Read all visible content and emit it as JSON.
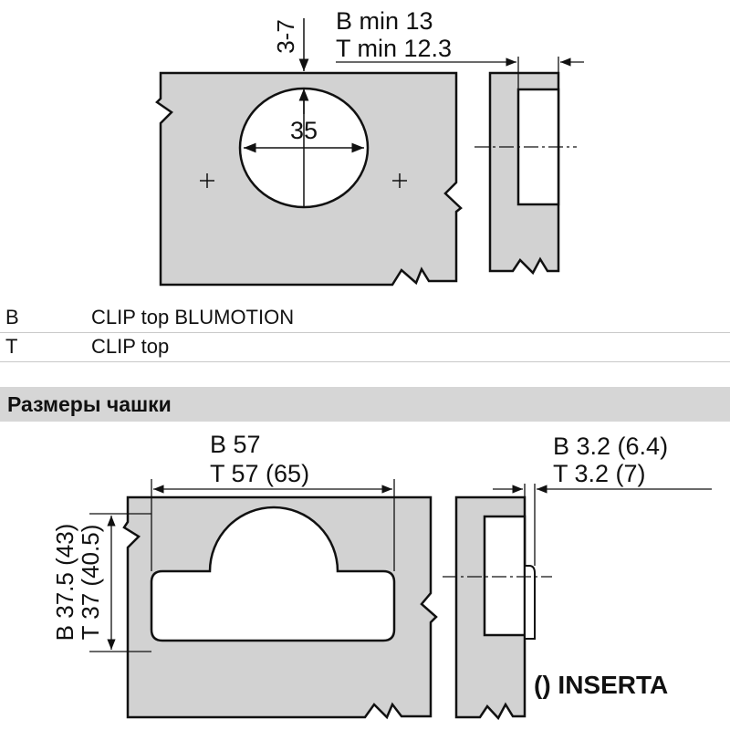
{
  "top_diagram": {
    "drill_depth": "3-7",
    "b_min": "B min 13",
    "t_min": "T min 12.3",
    "cup_diameter": "35"
  },
  "legend": [
    {
      "code": "B",
      "description": "CLIP top BLUMOTION"
    },
    {
      "code": "T",
      "description": "CLIP top"
    }
  ],
  "section_title": "Размеры чашки",
  "bottom_diagram": {
    "b_width": "B 57",
    "t_width": "T 57 (65)",
    "b_height": "B 37.5 (43)",
    "t_height": "T 37 (40.5)",
    "b_depth": "B 3.2 (6.4)",
    "t_depth": "T 3.2 (7)",
    "inserta_label": "() INSERTA"
  },
  "colors": {
    "plate": "#d2d2d2",
    "line": "#111111",
    "section_bar": "#d6d6d6"
  }
}
